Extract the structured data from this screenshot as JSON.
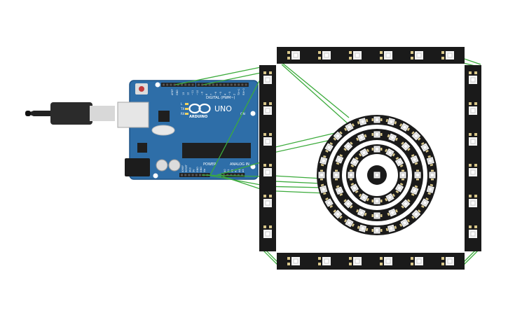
{
  "arduino": {
    "brand": "ARDUINO",
    "model": "UNO",
    "digital_label": "DIGITAL (PWM~)",
    "power_label": "POWER",
    "analog_label": "ANALOG IN",
    "aref_label": "AREF",
    "gnd_label": "GND",
    "digital_pins": [
      "13",
      "12",
      "~11",
      "~10",
      "~9",
      "8",
      "7",
      "~6",
      "~5",
      "4",
      "~3",
      "2",
      "TX→1",
      "RX←0"
    ],
    "power_pins": [
      "IOREF",
      "RESET",
      "3V3",
      "5V",
      "GND",
      "GND",
      "Vin"
    ],
    "analog_pins": [
      "A0",
      "A1",
      "A2",
      "A3",
      "A4",
      "A5"
    ],
    "leds": [
      "L",
      "TX",
      "RX"
    ],
    "on_label": "ON"
  },
  "colors": {
    "board": "#2e6ea8",
    "board_edge": "#1d5286",
    "wire": "#3cab3c",
    "strip": "#1a1a1a",
    "pixel_body": "#f4f4f4",
    "pad": "#d9c78a"
  },
  "cable": {
    "connector": "usb-b"
  },
  "neopixel_rings": {
    "count": 4,
    "pixels": [
      24,
      16,
      12,
      1
    ]
  },
  "neopixel_strips": {
    "sides": 4,
    "pixels_per_side": 6
  }
}
